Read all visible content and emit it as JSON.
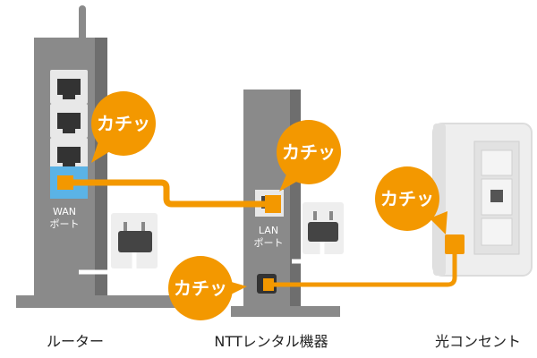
{
  "router": {
    "name": "ルーター",
    "wan_label_line1": "WAN",
    "wan_label_line2": "ポート"
  },
  "ntt_device": {
    "name": "NTTレンタル機器",
    "lan_label_line1": "LAN",
    "lan_label_line2": "ポート"
  },
  "optical_outlet": {
    "name": "光コンセント"
  },
  "badges": {
    "click_text": "カチッ"
  },
  "colors": {
    "device_gray": "#8a8a8a",
    "device_dark": "#6e6e6e",
    "badge_orange": "#f39800",
    "cable_orange": "#f39800",
    "wan_highlight": "#5bb3e6",
    "outlet_body": "#eeeeee"
  }
}
